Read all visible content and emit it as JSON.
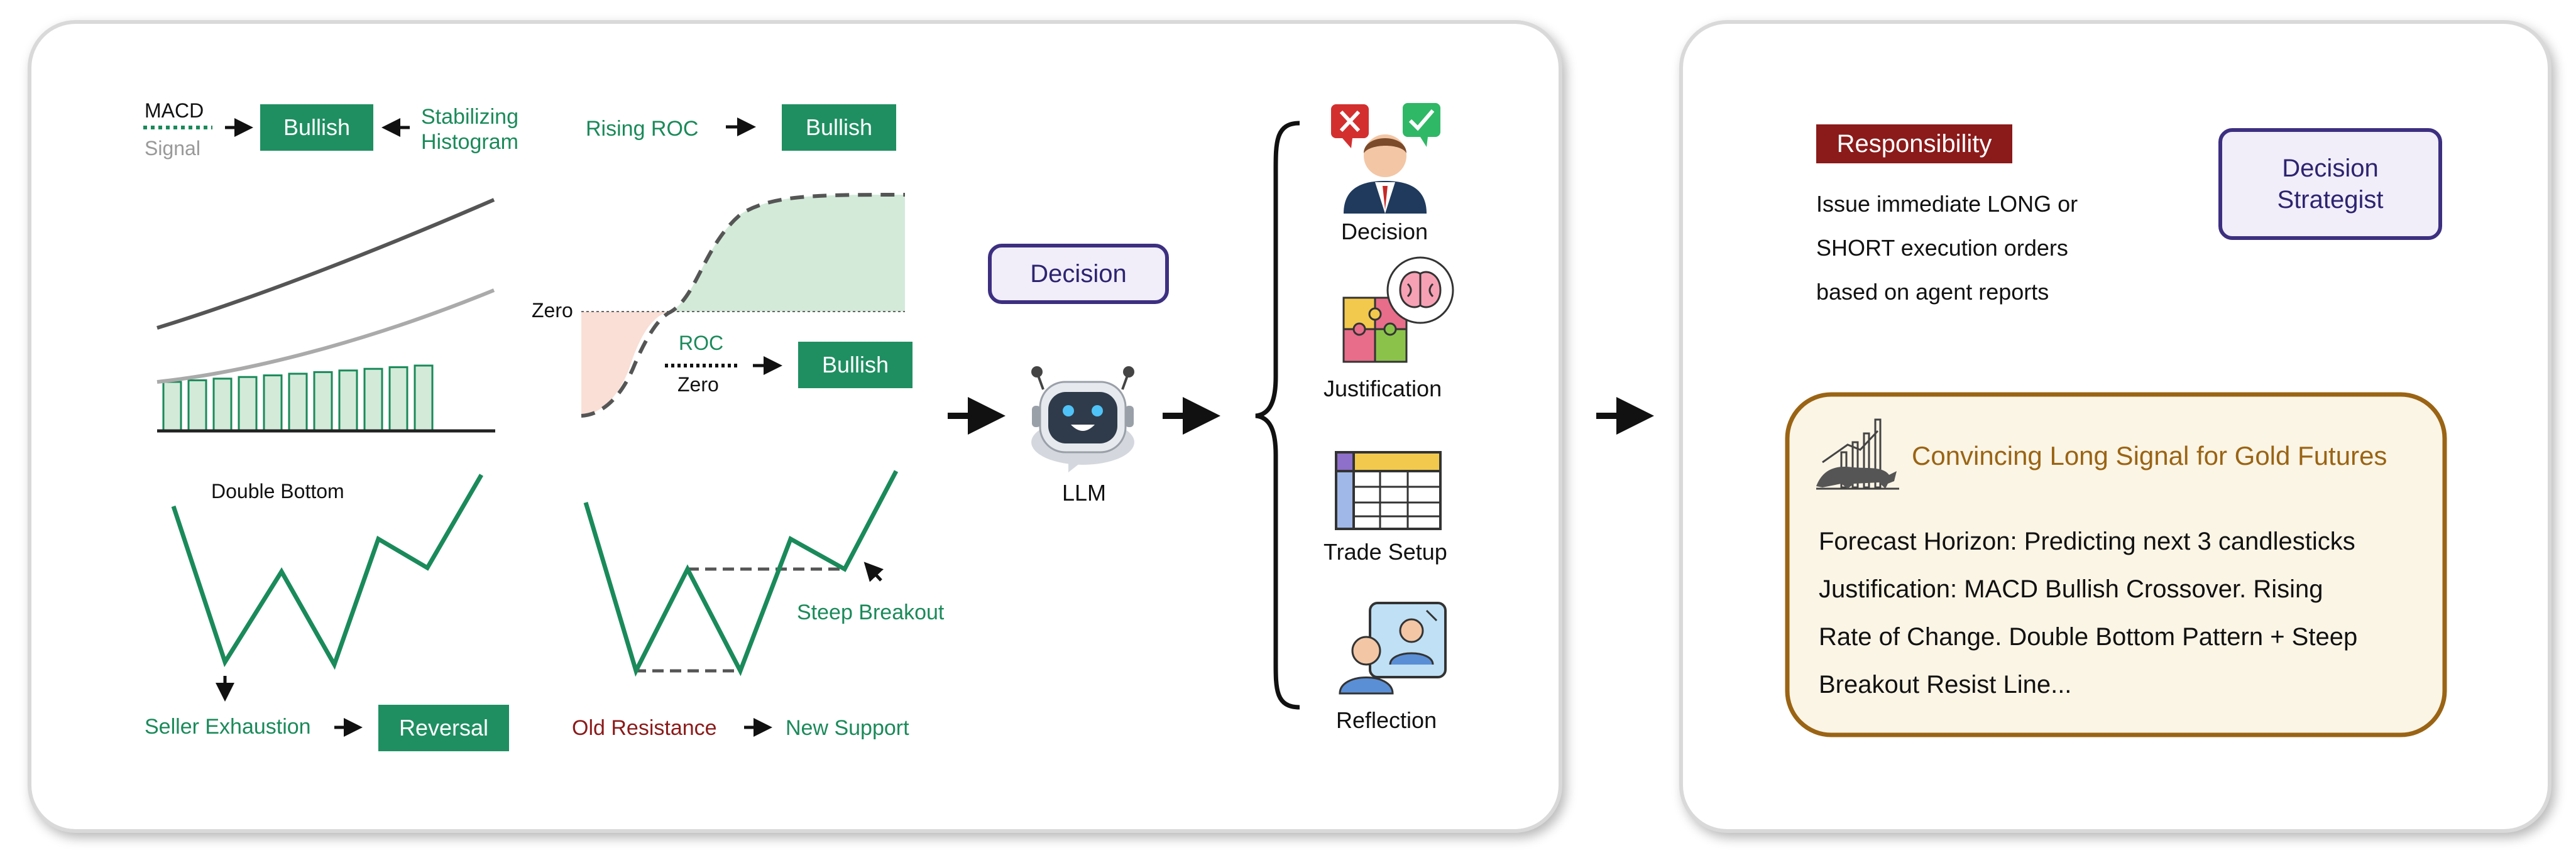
{
  "macd": {
    "label_macd": "MACD",
    "label_signal": "Signal",
    "bullish": "Bullish",
    "stabilizing_1": "Stabilizing",
    "stabilizing_2": "Histogram"
  },
  "roc": {
    "rising_roc": "Rising ROC",
    "bullish_top": "Bullish",
    "zero": "Zero",
    "roc_label": "ROC",
    "zero_label": "Zero",
    "bullish_bottom": "Bullish"
  },
  "double_bottom": {
    "title": "Double Bottom",
    "seller_exhaustion": "Seller Exhaustion",
    "reversal": "Reversal"
  },
  "breakout": {
    "steep_breakout": "Steep Breakout",
    "old_resistance": "Old Resistance",
    "new_support": "New Support"
  },
  "center": {
    "decision_box": "Decision",
    "llm": "LLM"
  },
  "outputs": {
    "decision": "Decision",
    "justification": "Justification",
    "trade_setup": "Trade Setup",
    "reflection": "Reflection"
  },
  "right": {
    "responsibility": "Responsibility",
    "resp_line1": "Issue immediate LONG or",
    "resp_line2": "SHORT execution orders",
    "resp_line3": "based on agent reports",
    "strategist_1": "Decision",
    "strategist_2": "Strategist",
    "signal_title": "Convincing Long Signal for Gold Futures",
    "forecast": "Forecast Horizon: Predicting next 3 candlesticks",
    "just_line1": "Justification: MACD Bullish Crossover. Rising",
    "just_line2": "Rate of Change. Double Bottom Pattern + Steep",
    "just_line3": "Breakout Resist Line..."
  },
  "histogram_levels": [
    0.3,
    0.31,
    0.32,
    0.33,
    0.34,
    0.35,
    0.36,
    0.37,
    0.38,
    0.39,
    0.4
  ],
  "colors": {
    "green": "#1f8f61",
    "purple": "#3d2f80",
    "gold": "#9a6414",
    "responsibility": "#8b1a1a"
  }
}
